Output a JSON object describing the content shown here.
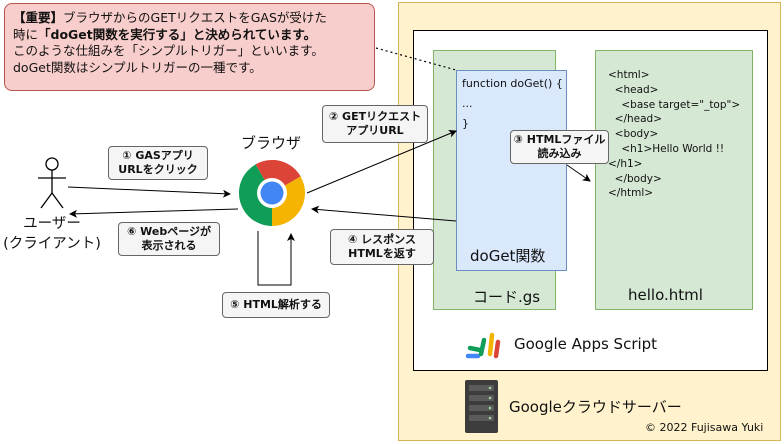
{
  "note": {
    "line1_prefix": "【重要】",
    "line1_rest": "ブラウザからのGETリクエストをGASが受けた",
    "line2_prefix": "時に",
    "line2_bold": "「doGet関数を実行する」と決められています。",
    "line3": "このような仕組みを「シンプルトリガー」といいます。",
    "line4": "doGet関数はシンプルトリガーの一種です。"
  },
  "browser_label": "ブラウザ",
  "user_label": "ユーザー\n(クライアント)",
  "steps": {
    "step1": "① GASアプリ\nURLをクリック",
    "step2": "② GETリクエスト\nアプリURL",
    "step3": "③ HTMLファイル\n読み込み",
    "step4": "④ レスポンス\nHTMLを返す",
    "step5": "⑤ HTML解析する",
    "step6": "⑥ Webページが\n表示される"
  },
  "code_snippet": "function doGet() {\n\n...\n\n}",
  "doget_label": "doGet関数",
  "code_file_label": "コード.gs",
  "html_snippet": "<html>\n  <head>\n    <base target=\"_top\">\n  </head>\n  <body>\n    <h1>Hello World !!\n</h1>\n  </body>\n</html>",
  "html_file_label": "hello.html",
  "gas_label": "Google Apps Script",
  "server_label": "Googleクラウドサーバー",
  "copyright": "© 2022 Fujisawa Yuki",
  "colors": {
    "server_fill": "#fff2cc",
    "file_fill": "#d5e8d4",
    "function_fill": "#dae8fc",
    "note_fill": "#f8cecc"
  }
}
